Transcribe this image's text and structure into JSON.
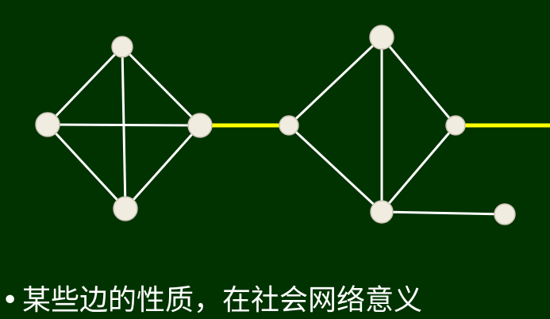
{
  "slide": {
    "background": "#003300",
    "bullet_text": "•",
    "caption_text": "某些边的性质，在社会网络意义"
  },
  "graph": {
    "node_fill": "#f0ece0",
    "edge_color": "#ffffff",
    "bridge_color": "#ffff00",
    "nodes": [
      {
        "id": "a1"
      },
      {
        "id": "a2"
      },
      {
        "id": "a3"
      },
      {
        "id": "a4"
      },
      {
        "id": "b1"
      },
      {
        "id": "b2"
      },
      {
        "id": "b3"
      },
      {
        "id": "b4"
      },
      {
        "id": "b5"
      }
    ],
    "edges": [
      {
        "from": "a1",
        "to": "a2",
        "kind": "normal"
      },
      {
        "from": "a1",
        "to": "a3",
        "kind": "normal"
      },
      {
        "from": "a1",
        "to": "a4",
        "kind": "normal"
      },
      {
        "from": "a2",
        "to": "a3",
        "kind": "normal"
      },
      {
        "from": "a2",
        "to": "a4",
        "kind": "normal"
      },
      {
        "from": "a3",
        "to": "a4",
        "kind": "normal"
      },
      {
        "from": "a3",
        "to": "b1",
        "kind": "bridge"
      },
      {
        "from": "b1",
        "to": "b2",
        "kind": "normal"
      },
      {
        "from": "b1",
        "to": "b4",
        "kind": "normal"
      },
      {
        "from": "b2",
        "to": "b3",
        "kind": "normal"
      },
      {
        "from": "b2",
        "to": "b4",
        "kind": "normal"
      },
      {
        "from": "b3",
        "to": "b4",
        "kind": "normal"
      },
      {
        "from": "b4",
        "to": "b5",
        "kind": "normal"
      },
      {
        "from": "b3",
        "to": "offscreen",
        "kind": "bridge"
      }
    ]
  }
}
